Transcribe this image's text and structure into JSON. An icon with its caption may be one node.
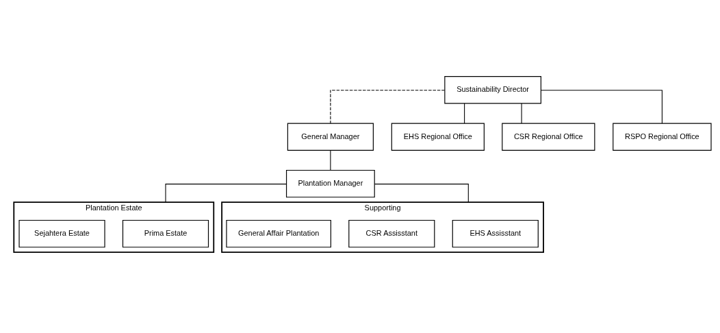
{
  "diagram": {
    "nodes": [
      {
        "text": [
          "Sustainability Director"
        ]
      },
      {
        "text": [
          "General Manager"
        ]
      },
      {
        "text": [
          "EHS Regional Office"
        ]
      },
      {
        "text": [
          "CSR Regional Office"
        ]
      },
      {
        "text": [
          "RSPO Regional Office"
        ]
      },
      {
        "text": [
          "Plantation Manager"
        ]
      },
      {
        "text": [
          "Plantation Estate"
        ]
      },
      {
        "text": [
          "Prima Estate"
        ],
        "in": 6
      },
      {
        "text": [
          "Sejahtera Estate"
        ],
        "in": 6
      },
      {
        "text": [
          "Supporting"
        ]
      },
      {
        "text": [
          "EHS Assisstant"
        ],
        "in": 9
      },
      {
        "text": [
          "CSR Assisstant"
        ],
        "in": 9
      },
      {
        "text": [
          "General Affair Plantation"
        ],
        "in": 9
      }
    ],
    "edges": [
      {
        "from": 0,
        "to": 1,
        "arrow": "none",
        "style": "dashed"
      },
      {
        "from": 0,
        "to": 2,
        "arrow": "none"
      },
      {
        "from": 0,
        "to": 3,
        "arrow": "none"
      },
      {
        "from": 0,
        "to": 4,
        "arrow": "none"
      },
      {
        "from": 1,
        "to": 5,
        "arrow": "none"
      },
      {
        "from": 5,
        "to": 6,
        "arrow": "none"
      },
      {
        "from": 5,
        "to": 9,
        "arrow": "none"
      }
    ]
  }
}
